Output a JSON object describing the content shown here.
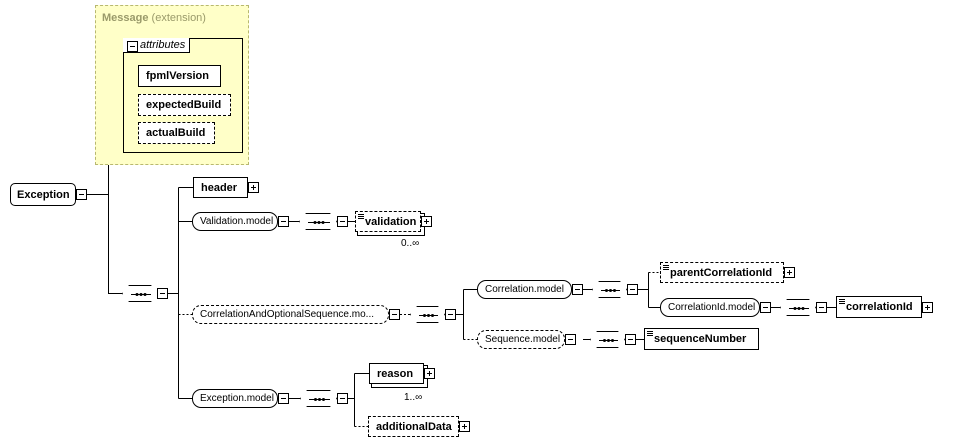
{
  "extension": {
    "title": "Message",
    "subtitle": "(extension)",
    "attributes_label": "attributes",
    "attributes": [
      "fpmlVersion",
      "expectedBuild",
      "actualBuild"
    ]
  },
  "root": "Exception",
  "elements": {
    "header": "header",
    "validation_model": "Validation.model",
    "validation": "validation",
    "validation_card": "0..∞",
    "correlation_seq_model": "CorrelationAndOptionalSequence.mo...",
    "correlation_model": "Correlation.model",
    "parent_correlation_id": "parentCorrelationId",
    "correlation_id_model": "CorrelationId.model",
    "correlation_id": "correlationId",
    "sequence_model": "Sequence.model",
    "sequence_number": "sequenceNumber",
    "exception_model": "Exception.model",
    "reason": "reason",
    "reason_card": "1..∞",
    "additional_data": "additionalData"
  }
}
